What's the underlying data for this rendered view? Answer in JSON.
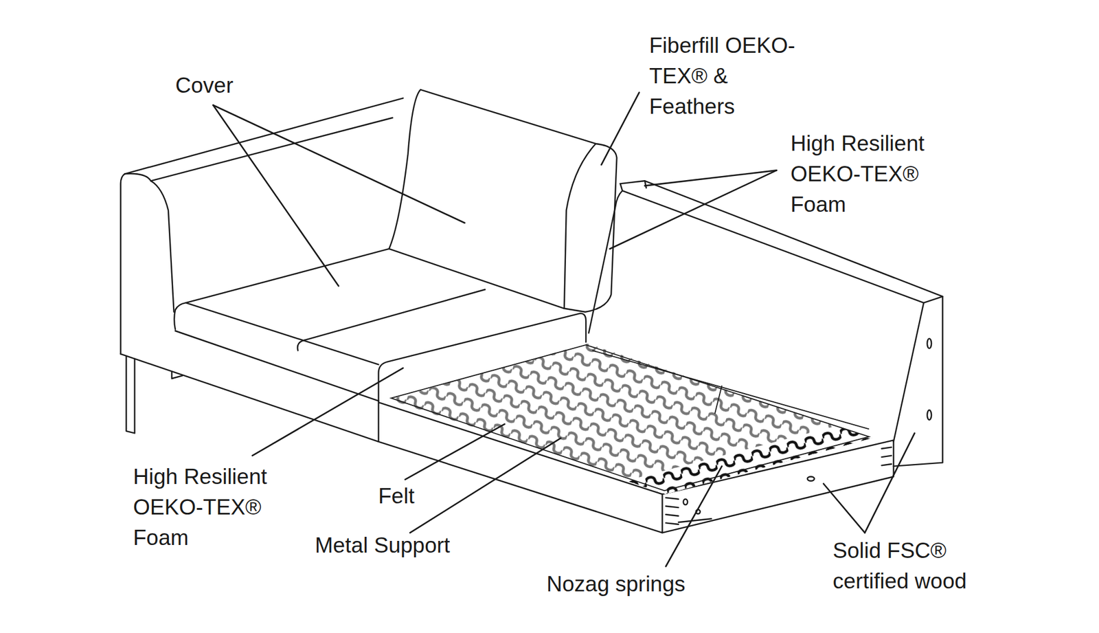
{
  "diagram": {
    "labels": [
      "Cover",
      "Fiberfill OEKO-TEX® & Feathers",
      "High Resilient OEKO-TEX® Foam",
      "High Resilient OEKO-TEX® Foam",
      "Felt",
      "Metal Support",
      "Nozag springs",
      "Solid FSC® certified wood"
    ]
  }
}
